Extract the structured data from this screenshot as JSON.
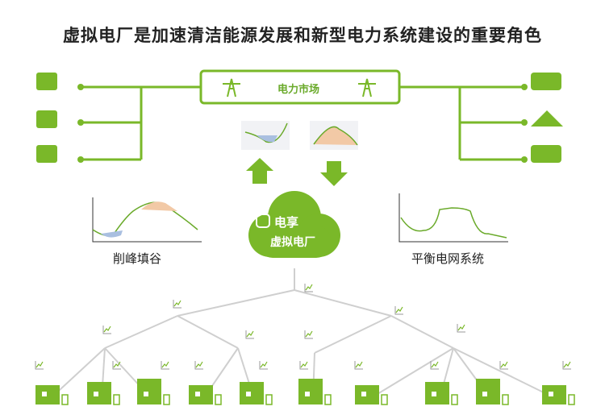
{
  "title": "虚拟电厂是加速清洁能源发展和新型电力系统建设的重要角色",
  "market": "电力市场",
  "cloud": {
    "brand": "电享",
    "name": "虚拟电厂"
  },
  "left_chart_label": "削峰填谷",
  "right_chart_label": "平衡电网系统",
  "colors": {
    "green": "#7ab829",
    "line": "#cccccc"
  },
  "sources": [
    "power-plant-icon",
    "wind-turbine-icon",
    "solar-panel-icon"
  ],
  "consumers": [
    "electric-car-icon",
    "greenhouse-icon",
    "factory-icon"
  ],
  "leaves": [
    "house-icon",
    "office-building-icon",
    "shop-icon",
    "warehouse-icon",
    "apartment-icon",
    "solar-panel-icon",
    "ev-charging-icon",
    "factory-icon",
    "greenhouse-icon",
    "charging-station-icon"
  ]
}
